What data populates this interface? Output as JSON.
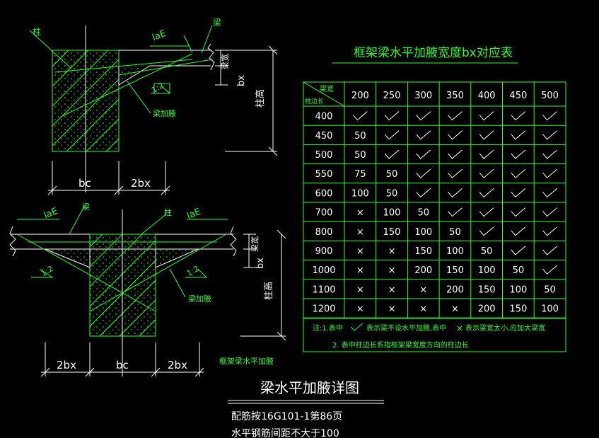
{
  "top_detail": {
    "column_label": "柱",
    "beam_label": "梁",
    "anchorage_label": "laE",
    "slope_label": "1:2",
    "haunch_label": "梁加腋",
    "beam_width_label": "梁宽",
    "bx_label": "bx",
    "column_height_label": "柱高",
    "dim_bc": "bc",
    "dim_2bx": "2bx"
  },
  "bottom_detail": {
    "beam_label": "梁",
    "column_label": "柱",
    "anchorage_left": "laE",
    "anchorage_right": "laE",
    "slope_left": "1:2",
    "slope_right": "1:2",
    "beam_width_label": "梁宽",
    "bx_label": "bx",
    "column_height_label": "柱高",
    "haunch_label": "梁加腋",
    "dims": [
      "2bx",
      "bc",
      "2bx"
    ],
    "caption": "框架梁水平加腋"
  },
  "table": {
    "title": "框架梁水平加腋宽度bx对应表",
    "header_corner_top": "梁宽",
    "header_corner_bottom": "柱边长",
    "columns": [
      "200",
      "250",
      "300",
      "350",
      "400",
      "450",
      "500"
    ],
    "rows": [
      {
        "label": "400",
        "cells": [
          "✓",
          "✓",
          "✓",
          "✓",
          "✓",
          "✓",
          "✓"
        ]
      },
      {
        "label": "450",
        "cells": [
          "50",
          "✓",
          "✓",
          "✓",
          "✓",
          "✓",
          "✓"
        ]
      },
      {
        "label": "500",
        "cells": [
          "50",
          "✓",
          "✓",
          "✓",
          "✓",
          "✓",
          "✓"
        ]
      },
      {
        "label": "550",
        "cells": [
          "75",
          "50",
          "✓",
          "✓",
          "✓",
          "✓",
          "✓"
        ]
      },
      {
        "label": "600",
        "cells": [
          "100",
          "50",
          "✓",
          "✓",
          "✓",
          "✓",
          "✓"
        ]
      },
      {
        "label": "700",
        "cells": [
          "×",
          "100",
          "50",
          "✓",
          "✓",
          "✓",
          "✓"
        ]
      },
      {
        "label": "800",
        "cells": [
          "×",
          "150",
          "100",
          "50",
          "✓",
          "✓",
          "✓"
        ]
      },
      {
        "label": "900",
        "cells": [
          "×",
          "×",
          "150",
          "100",
          "50",
          "✓",
          "✓"
        ]
      },
      {
        "label": "1000",
        "cells": [
          "×",
          "×",
          "200",
          "150",
          "100",
          "50",
          "✓"
        ]
      },
      {
        "label": "1100",
        "cells": [
          "×",
          "×",
          "×",
          "200",
          "150",
          "100",
          "50"
        ]
      },
      {
        "label": "1200",
        "cells": [
          "×",
          "×",
          "×",
          "×",
          "200",
          "150",
          "100"
        ]
      }
    ],
    "note1_prefix": "注:1.表中",
    "note1_check": "表示梁不设水平加腋,表中",
    "note1_cross": "表示梁宽太小,应加大梁宽",
    "note2": "2. 表中柱边长系指框架梁宽度方向的柱边长"
  },
  "footer": {
    "title": "梁水平加腋详图",
    "line1": "配筋按16G101-1第86页",
    "line2": "水平钢筋间距不大于100"
  }
}
